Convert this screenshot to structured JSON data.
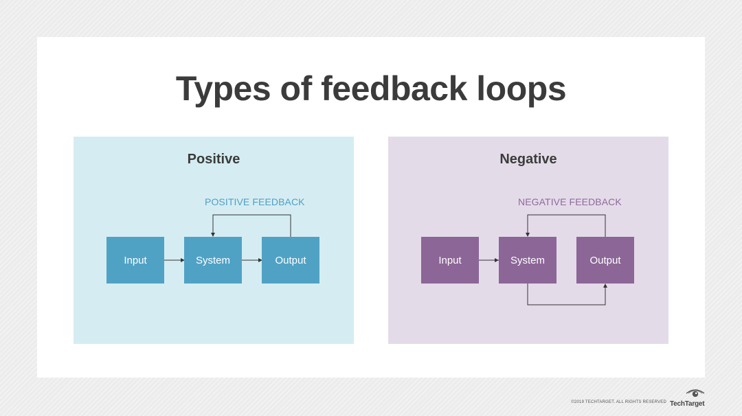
{
  "title": "Types of feedback loops",
  "positive": {
    "heading": "Positive",
    "feedback_label": "POSITIVE FEEDBACK",
    "nodes": [
      "Input",
      "System",
      "Output"
    ],
    "color": "#50a2c5",
    "panel_color": "#d5edf2"
  },
  "negative": {
    "heading": "Negative",
    "feedback_label": "NEGATIVE FEEDBACK",
    "nodes": [
      "Input",
      "System",
      "Output"
    ],
    "color": "#8c6697",
    "panel_color": "#e4dbe9"
  },
  "footer": {
    "copyright": "©2019 TECHTARGET. ALL RIGHTS RESERVED",
    "brand": "TechTarget",
    "brand_icon": "eye-logo-icon"
  }
}
